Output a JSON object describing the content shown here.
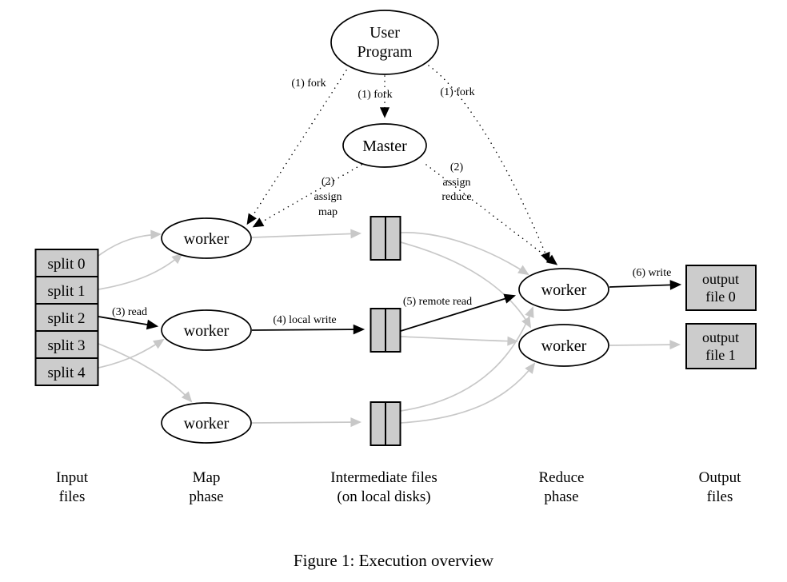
{
  "caption": "Figure 1: Execution overview",
  "nodes": {
    "user_program": {
      "line1": "User",
      "line2": "Program"
    },
    "master": "Master",
    "map_workers": [
      "worker",
      "worker",
      "worker"
    ],
    "reduce_workers": [
      "worker",
      "worker"
    ],
    "input_splits": [
      "split 0",
      "split 1",
      "split 2",
      "split 3",
      "split 4"
    ],
    "output_files": [
      {
        "line1": "output",
        "line2": "file 0"
      },
      {
        "line1": "output",
        "line2": "file 1"
      }
    ]
  },
  "edge_labels": {
    "fork_left": "(1) fork",
    "fork_center": "(1) fork",
    "fork_right": "(1) fork",
    "assign_map": {
      "line1": "(2)",
      "line2": "assign",
      "line3": "map"
    },
    "assign_reduce": {
      "line1": "(2)",
      "line2": "assign",
      "line3": "reduce"
    },
    "read": "(3) read",
    "local_write": "(4) local write",
    "remote_read": "(5) remote read",
    "write": "(6) write"
  },
  "phase_labels": {
    "input": {
      "line1": "Input",
      "line2": "files"
    },
    "map": {
      "line1": "Map",
      "line2": "phase"
    },
    "intermediate": {
      "line1": "Intermediate files",
      "line2": "(on local disks)"
    },
    "reduce": {
      "line1": "Reduce",
      "line2": "phase"
    },
    "output": {
      "line1": "Output",
      "line2": "files"
    }
  },
  "colors": {
    "node_fill": "#ffffff",
    "box_fill": "#cccccc",
    "stroke": "#000000",
    "gray_arrow": "#c8c8c8",
    "background": "#ffffff"
  }
}
